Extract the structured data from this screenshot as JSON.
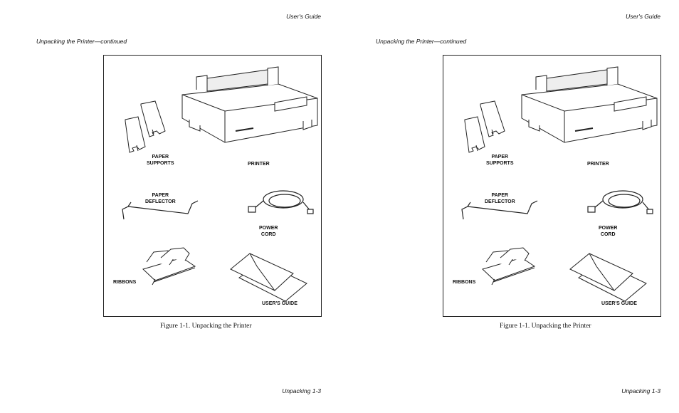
{
  "pages": [
    {
      "header": "User's Guide",
      "continued": "Unpacking the Printer—continued",
      "labels": {
        "paper_supports": [
          "PAPER",
          "SUPPORTS"
        ],
        "printer": "PRINTER",
        "paper_deflector": [
          "PAPER",
          "DEFLECTOR"
        ],
        "power_cord": [
          "POWER",
          "CORD"
        ],
        "ribbons": "RIBBONS",
        "users_guide": "USER'S GUIDE"
      },
      "caption": "Figure 1-1.  Unpacking the Printer",
      "footer": "Unpacking  1-3"
    },
    {
      "header": "User's Guide",
      "continued": "Unpacking the Printer—continued",
      "labels": {
        "paper_supports": [
          "PAPER",
          "SUPPORTS"
        ],
        "printer": "PRINTER",
        "paper_deflector": [
          "PAPER",
          "DEFLECTOR"
        ],
        "power_cord": [
          "POWER",
          "CORD"
        ],
        "ribbons": "RIBBONS",
        "users_guide": "USER'S GUIDE"
      },
      "caption": "Figure 1-1.  Unpacking the Printer",
      "footer": "Unpacking  1-3"
    }
  ]
}
